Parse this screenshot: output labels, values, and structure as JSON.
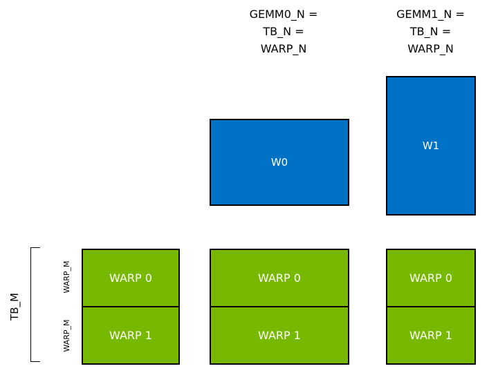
{
  "colors": {
    "blue": "#0071C5",
    "green": "#76B900",
    "border": "#000000",
    "text_on_fill": "#FFFFFF",
    "text_labels": "#000000"
  },
  "headers": {
    "gemm0": {
      "lines": [
        "GEMM0_N =",
        "TB_N =",
        "WARP_N"
      ]
    },
    "gemm1": {
      "lines": [
        "GEMM1_N =",
        "TB_N =",
        "WARP_N"
      ]
    }
  },
  "blue_boxes": {
    "w0": "W0",
    "w1": "W1"
  },
  "axis": {
    "tb_m": "TB_M",
    "warp_m_top": "WARP_M",
    "warp_m_bottom": "WARP_M"
  },
  "green_boxes": [
    {
      "cells": [
        "WARP 0",
        "WARP 1"
      ]
    },
    {
      "cells": [
        "WARP 0",
        "WARP 1"
      ]
    },
    {
      "cells": [
        "WARP 0",
        "WARP 1"
      ]
    }
  ]
}
